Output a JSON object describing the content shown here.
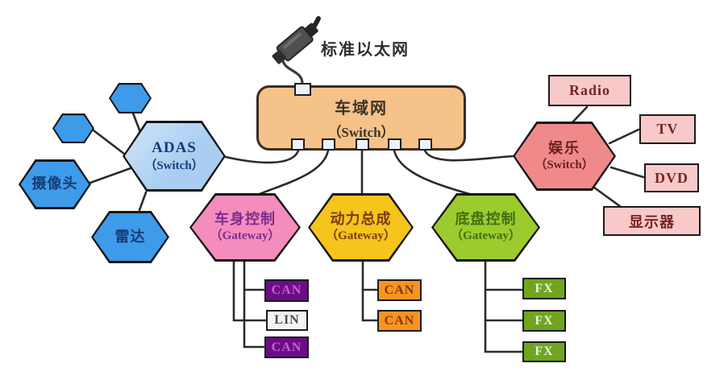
{
  "colors": {
    "line_color": "#2b2b2b",
    "core_fill": "#F5C289",
    "core_border": "#3a2d20",
    "core_text": "#3b3428",
    "port_fill": "#EDF1F8",
    "adas_fill": "#A9CEF2",
    "blue_fill": "#3E9BE9",
    "blue_text": "#173C78",
    "ent_fill": "#F08A8A",
    "ent_text": "#6b2020",
    "pink_box_fill": "#F9C9C9",
    "pink_box_text": "#732525",
    "body_fill": "#F48CBE",
    "body_text": "#7B2D8B",
    "power_fill": "#F6C41A",
    "power_text": "#7a3a10",
    "chassis_fill": "#9CCB2E",
    "chassis_text": "#3f7010",
    "can_purple_fill": "#6B0D86",
    "can_purple_text": "#C75FD6",
    "lin_fill": "#F4F4F4",
    "lin_text": "#4a4a4a",
    "can_orange_fill": "#F5951F",
    "can_orange_text": "#8a3510",
    "fx_fill": "#6FA521",
    "fx_text": "#EDF3DC"
  },
  "ethernet": {
    "label": "标准以太网"
  },
  "core": {
    "title": "车域网",
    "subtitle": "（Switch）"
  },
  "adas": {
    "title": "ADAS",
    "subtitle": "（Switch）"
  },
  "entertainment": {
    "title": "娱乐",
    "subtitle": "（Switch）"
  },
  "sensors": {
    "camera": "摄像头",
    "radar": "雷达"
  },
  "media": {
    "radio": "Radio",
    "tv": "TV",
    "dvd": "DVD",
    "display": "显示器"
  },
  "gateways": {
    "body": {
      "title": "车身控制",
      "subtitle": "（Gateway）",
      "buses": [
        "CAN",
        "LIN",
        "CAN"
      ]
    },
    "power": {
      "title": "动力总成",
      "subtitle": "（Gateway）",
      "buses": [
        "CAN",
        "CAN"
      ]
    },
    "chassis": {
      "title": "底盘控制",
      "subtitle": "（Gateway）",
      "buses": [
        "FX",
        "FX",
        "FX"
      ]
    }
  }
}
